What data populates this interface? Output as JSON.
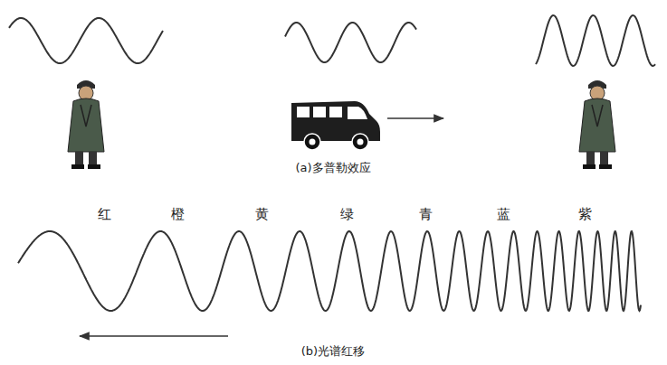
{
  "diagram": {
    "labels": [
      "(a)多普勒效应",
      "红",
      "橙",
      "黄",
      "绿",
      "青",
      "蓝",
      "紫",
      "(b)光谱红移"
    ]
  }
}
